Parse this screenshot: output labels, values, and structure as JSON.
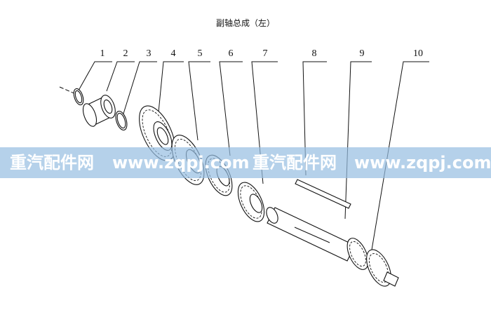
{
  "title": "副轴总成（左）",
  "callouts": [
    "1",
    "2",
    "3",
    "4",
    "5",
    "6",
    "7",
    "8",
    "9",
    "10"
  ],
  "watermark": {
    "brand_left": "重汽配件网",
    "url_left": "www.zqpj.com",
    "brand_right": "重汽配件网",
    "url_right": "www.zqpj.com"
  },
  "colors": {
    "line": "#111111",
    "banner": "#96bee1",
    "watermark_text": "#ffffff"
  }
}
